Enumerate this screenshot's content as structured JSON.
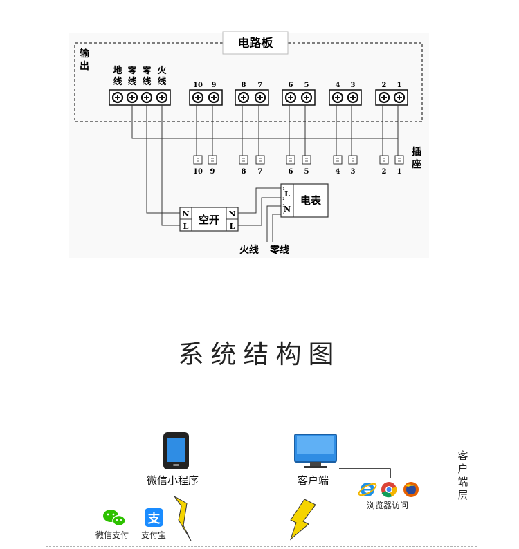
{
  "circuit": {
    "board_label": "电路板",
    "output_label": "输出",
    "terminal_labels": [
      {
        "top": "地",
        "bottom": "线"
      },
      {
        "top": "零",
        "bottom": "线"
      },
      {
        "top": "零",
        "bottom": "线"
      },
      {
        "top": "火",
        "bottom": "线"
      }
    ],
    "terminal_numbers": [
      "10",
      "9",
      "8",
      "7",
      "6",
      "5",
      "4",
      "3",
      "2",
      "1"
    ],
    "socket_label": "插座",
    "socket_numbers": [
      "10",
      "9",
      "8",
      "7",
      "6",
      "5",
      "4",
      "3",
      "2",
      "1"
    ],
    "breaker_label": "空开",
    "breaker_pins": [
      "N",
      "L"
    ],
    "meter_label": "电表",
    "meter_pins": [
      "L",
      "N"
    ],
    "meter_pin_numbers": [
      "1",
      "2",
      "3",
      "4"
    ],
    "live_label": "火线",
    "neutral_label": "零线"
  },
  "structure": {
    "title": "系统结构图",
    "miniprogram_label": "微信小程序",
    "client_label": "客户端",
    "browser_label": "浏览器访问",
    "layer_label": "客户端层",
    "wechat_pay_label": "微信支付",
    "alipay_label": "支付宝"
  },
  "colors": {
    "line": "#333333",
    "screen_blue": "#2f8de4",
    "lightning_yellow": "#f5d400",
    "wechat_green": "#2dc100",
    "alipay_blue": "#1a8cff"
  }
}
